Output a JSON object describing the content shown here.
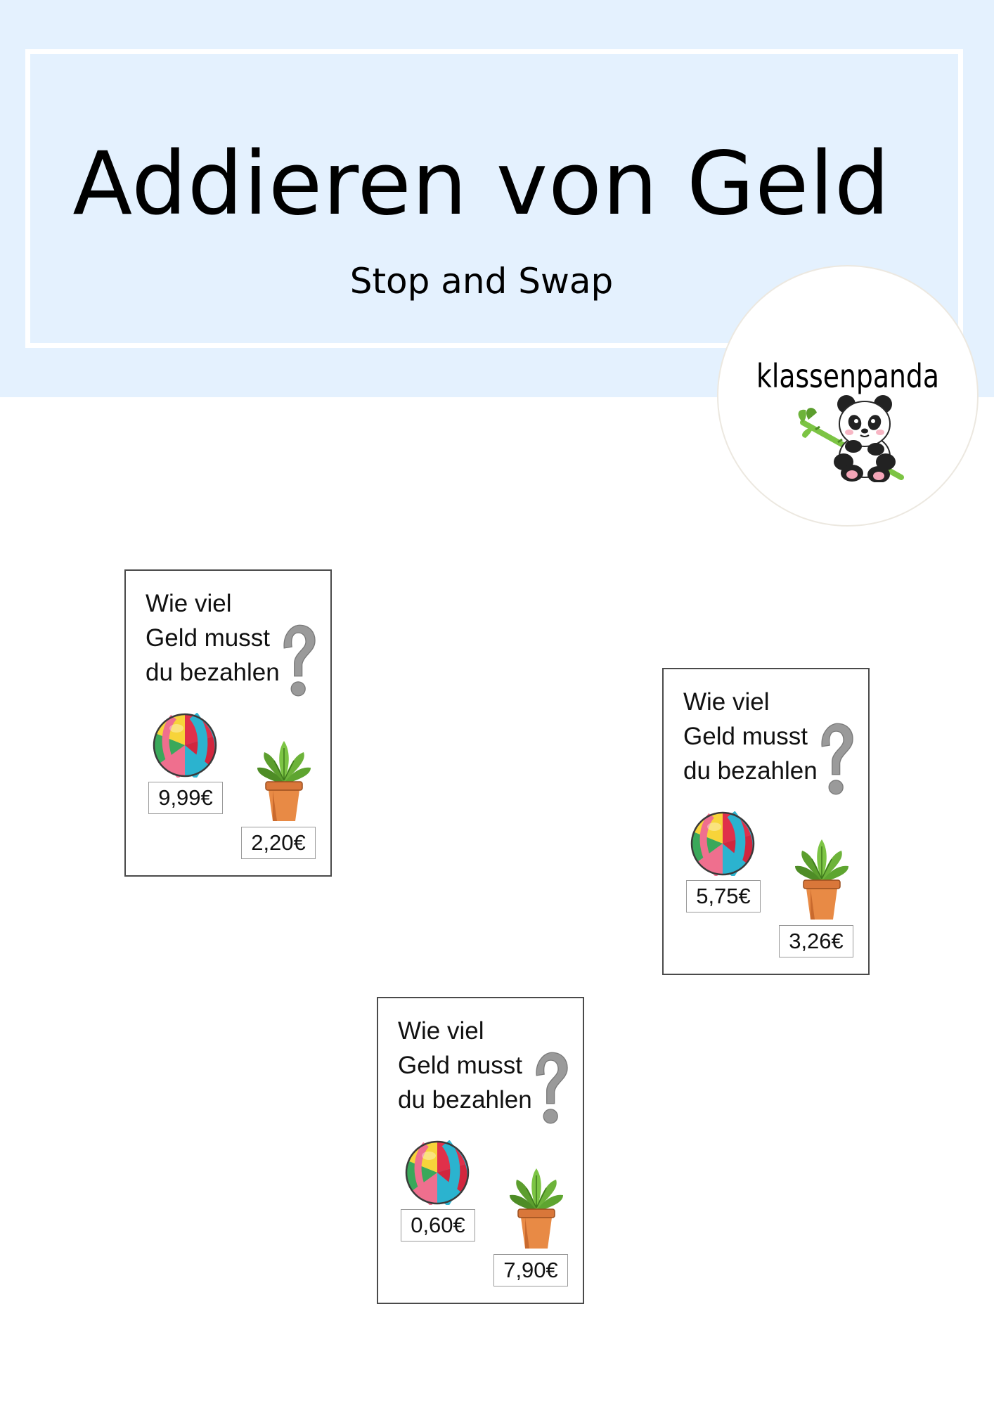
{
  "header": {
    "title": "Addieren von Geld",
    "subtitle": "Stop and Swap"
  },
  "logo": {
    "text": "klassenpanda"
  },
  "colors": {
    "header_background": "#e4f1fe",
    "card_border": "#4a4a4a",
    "question_mark": "#9a9a9a"
  },
  "cards": [
    {
      "question": "Wie viel Geld musst du bezahlen",
      "ball_price": "9,99€",
      "plant_price": "2,20€"
    },
    {
      "question": "Wie viel Geld musst du bezahlen",
      "ball_price": "5,75€",
      "plant_price": "3,26€"
    },
    {
      "question": "Wie viel Geld musst du bezahlen",
      "ball_price": "0,60€",
      "plant_price": "7,90€"
    }
  ]
}
